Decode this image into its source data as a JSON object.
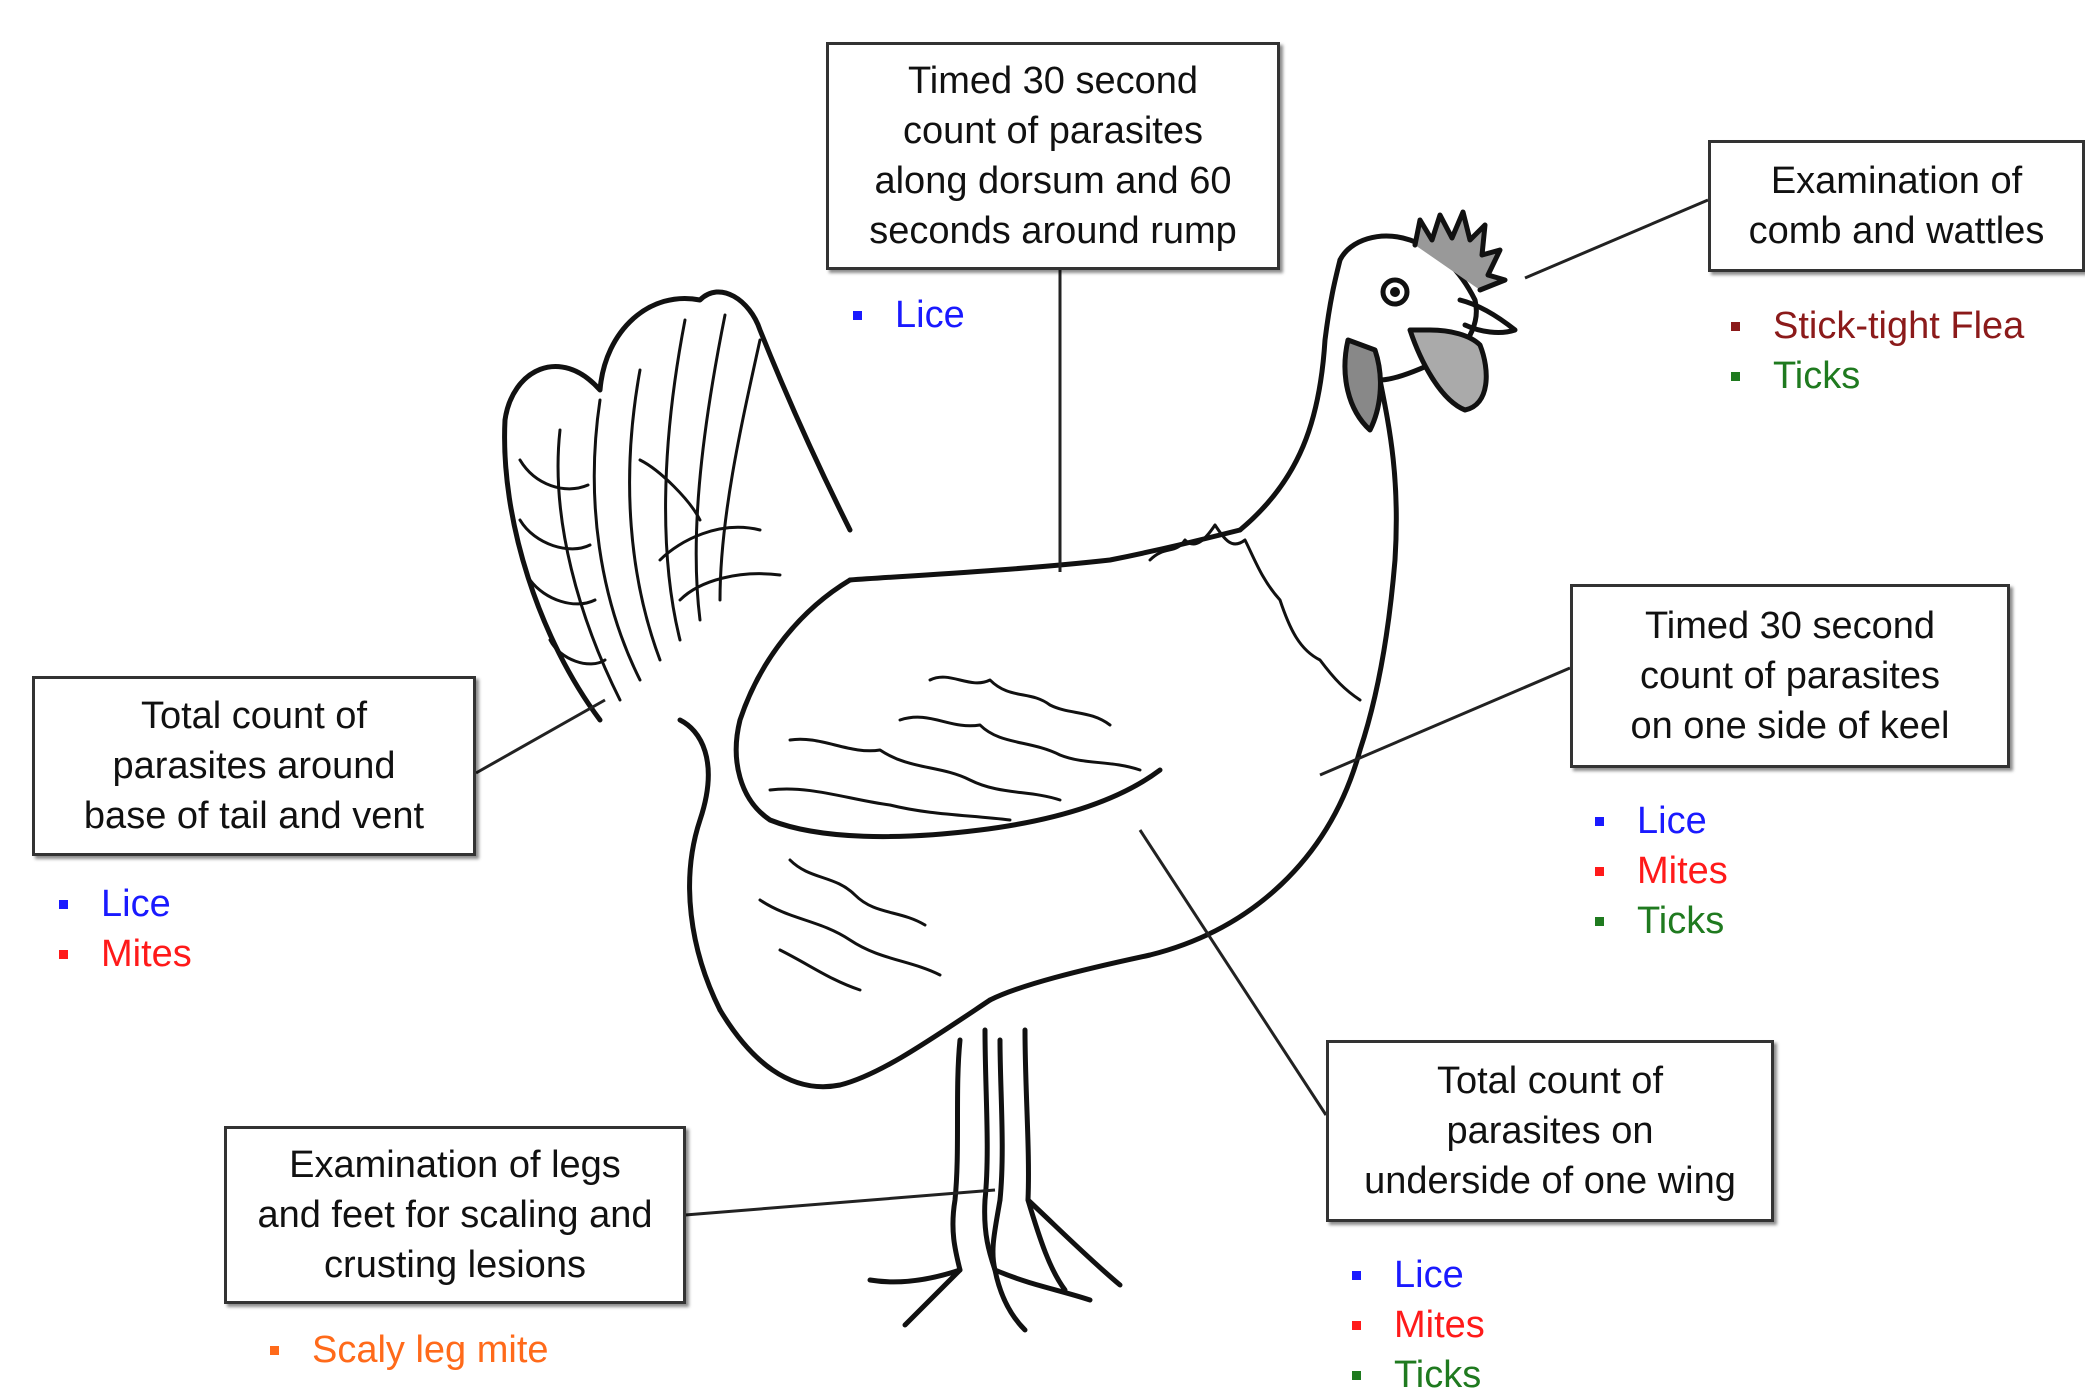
{
  "colors": {
    "lice": "#1a1aff",
    "mites": "#ff1a1a",
    "ticks": "#1f7a1f",
    "stick_tight_flea": "#8b1a1a",
    "scaly_leg_mite": "#ff6a1a"
  },
  "callouts": {
    "dorsum": {
      "lines": [
        "Timed 30 second",
        "count of parasites",
        "along dorsum and 60",
        "seconds around rump"
      ],
      "parasites": [
        {
          "name": "Lice",
          "color": "#1a1aff"
        }
      ]
    },
    "comb": {
      "lines": [
        "Examination of",
        "comb and wattles"
      ],
      "parasites": [
        {
          "name": "Stick-tight Flea",
          "color": "#8b1a1a"
        },
        {
          "name": "Ticks",
          "color": "#1f7a1f"
        }
      ]
    },
    "keel": {
      "lines": [
        "Timed 30 second",
        "count of parasites",
        "on one side of keel"
      ],
      "parasites": [
        {
          "name": "Lice",
          "color": "#1a1aff"
        },
        {
          "name": "Mites",
          "color": "#ff1a1a"
        },
        {
          "name": "Ticks",
          "color": "#1f7a1f"
        }
      ]
    },
    "tail": {
      "lines": [
        "Total  count of",
        "parasites around",
        "base of tail and vent"
      ],
      "parasites": [
        {
          "name": "Lice",
          "color": "#1a1aff"
        },
        {
          "name": "Mites",
          "color": "#ff1a1a"
        }
      ]
    },
    "wing": {
      "lines": [
        "Total count of",
        "parasites on",
        "underside of one wing"
      ],
      "parasites": [
        {
          "name": "Lice",
          "color": "#1a1aff"
        },
        {
          "name": "Mites",
          "color": "#ff1a1a"
        },
        {
          "name": "Ticks",
          "color": "#1f7a1f"
        }
      ]
    },
    "legs": {
      "lines": [
        "Examination of legs",
        "and feet for scaling and",
        "crusting lesions"
      ],
      "parasites": [
        {
          "name": "Scaly leg mite",
          "color": "#ff6a1a"
        }
      ]
    }
  }
}
